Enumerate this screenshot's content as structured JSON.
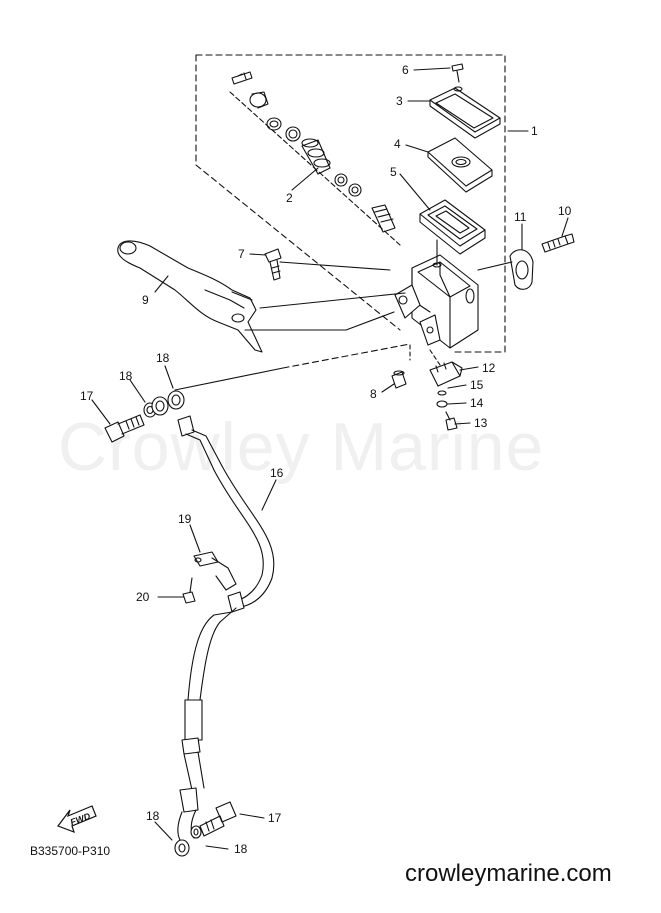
{
  "watermark": "Crowley Marine",
  "reference_code": "B335700-P310",
  "site_url": "crowleymarine.com",
  "fwd_label": "FWD",
  "callouts": [
    "6",
    "3",
    "1",
    "4",
    "2",
    "5",
    "10",
    "11",
    "7",
    "9",
    "18",
    "18",
    "17",
    "12",
    "15",
    "8",
    "14",
    "13",
    "16",
    "19",
    "20",
    "18",
    "17",
    "18"
  ]
}
